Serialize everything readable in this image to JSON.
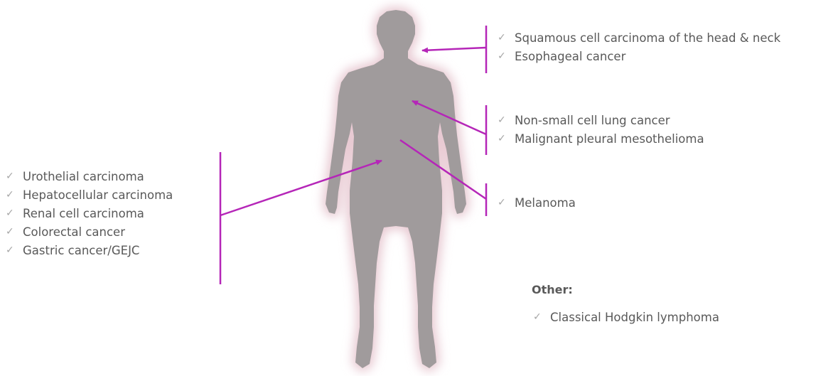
{
  "colors": {
    "body": "#a09b9c",
    "glow": "#e8cad3",
    "connector": "#b526b8",
    "text": "#595959",
    "check": "#a6a6a6"
  },
  "check_icon": "checkmark-icon",
  "groups": {
    "head_neck": {
      "items": [
        {
          "label": "Squamous cell carcinoma of the head & neck"
        },
        {
          "label": "Esophageal cancer"
        }
      ]
    },
    "chest": {
      "items": [
        {
          "label": "Non-small cell lung cancer"
        },
        {
          "label": "Malignant pleural mesothelioma"
        }
      ]
    },
    "skin": {
      "items": [
        {
          "label": "Melanoma"
        }
      ]
    },
    "abdomen": {
      "items": [
        {
          "label": "Urothelial carcinoma"
        },
        {
          "label": "Hepatocellular carcinoma"
        },
        {
          "label": "Renal cell carcinoma"
        },
        {
          "label": "Colorectal cancer"
        },
        {
          "label": "Gastric cancer/GEJC"
        }
      ]
    },
    "other": {
      "heading": "Other:",
      "items": [
        {
          "label": "Classical Hodgkin lymphoma"
        }
      ]
    }
  }
}
